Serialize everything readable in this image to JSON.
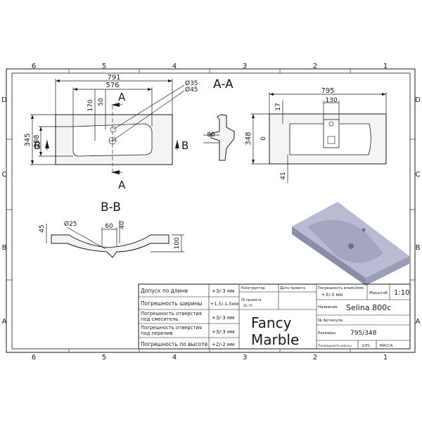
{
  "frame": {
    "columns": [
      "6",
      "5",
      "4",
      "3",
      "2",
      "1"
    ],
    "rows": [
      "D",
      "C",
      "B",
      "A"
    ]
  },
  "plan_view": {
    "dims": {
      "overall_width": "791",
      "bowl_width": "576",
      "hole_offset": "170",
      "drain_offset": "50",
      "overall_depth": "345",
      "bowl_depth": "208",
      "hole_dia_small": "Ø35",
      "hole_dia_large": "Ø45"
    },
    "section_marks": {
      "a_top": "A",
      "a_bottom": "A",
      "b_left": "B",
      "b_right": "B"
    }
  },
  "section_aa": {
    "title": "A-A",
    "dims": {
      "depth": "80"
    }
  },
  "top_view": {
    "dims": {
      "overall_width": "795",
      "tap_block": "130",
      "edge_top": "17",
      "overall_depth": "348",
      "zero": "0",
      "edge_bottom": "41"
    }
  },
  "section_bb": {
    "title": "B-B",
    "dims": {
      "rim": "45",
      "drain_dia": "Ø25",
      "drain_offset": "60",
      "drain_depth": "40",
      "height": "100"
    }
  },
  "title_block": {
    "tolerances": [
      {
        "label": "Допуск по длине",
        "value": "+3/-3 мм"
      },
      {
        "label": "Погрешность ширины",
        "value": "+1,5/-1,5мм"
      },
      {
        "label": "Погрешность отверстия под смеситель",
        "value": "+3/-3 мм"
      },
      {
        "label": "Погрешность отверстия под перелив",
        "value": "+3/-3 мм"
      },
      {
        "label": "Погрешность по высоте",
        "value": "+2/-2 мм"
      }
    ],
    "designer_label": "Конструктор",
    "project_date_label": "Дата проекта",
    "project_id_label": "ID проекта",
    "project_id_value": "02.75",
    "company": [
      "Fancy",
      "Marble"
    ],
    "flatness_label": "Погрешность влажн(мм)",
    "flatness_value": "+3/-3 мм",
    "scale_label": "Масштаб",
    "scale_value": "1:10",
    "name_label": "Название",
    "name_value": "Selina 800c",
    "article_label": "№ Артикула",
    "size_label": "Размеры",
    "size_value": "795/348",
    "mass_tol_label": "Погрешность массы",
    "mass_tol_value": "±3%",
    "mass_label": "МАССА"
  },
  "colors": {
    "line": "#1a1a1a",
    "render_top": "#b9bbd2",
    "render_side": "#8a8ca8",
    "render_bowl": "#a3a5c1"
  }
}
